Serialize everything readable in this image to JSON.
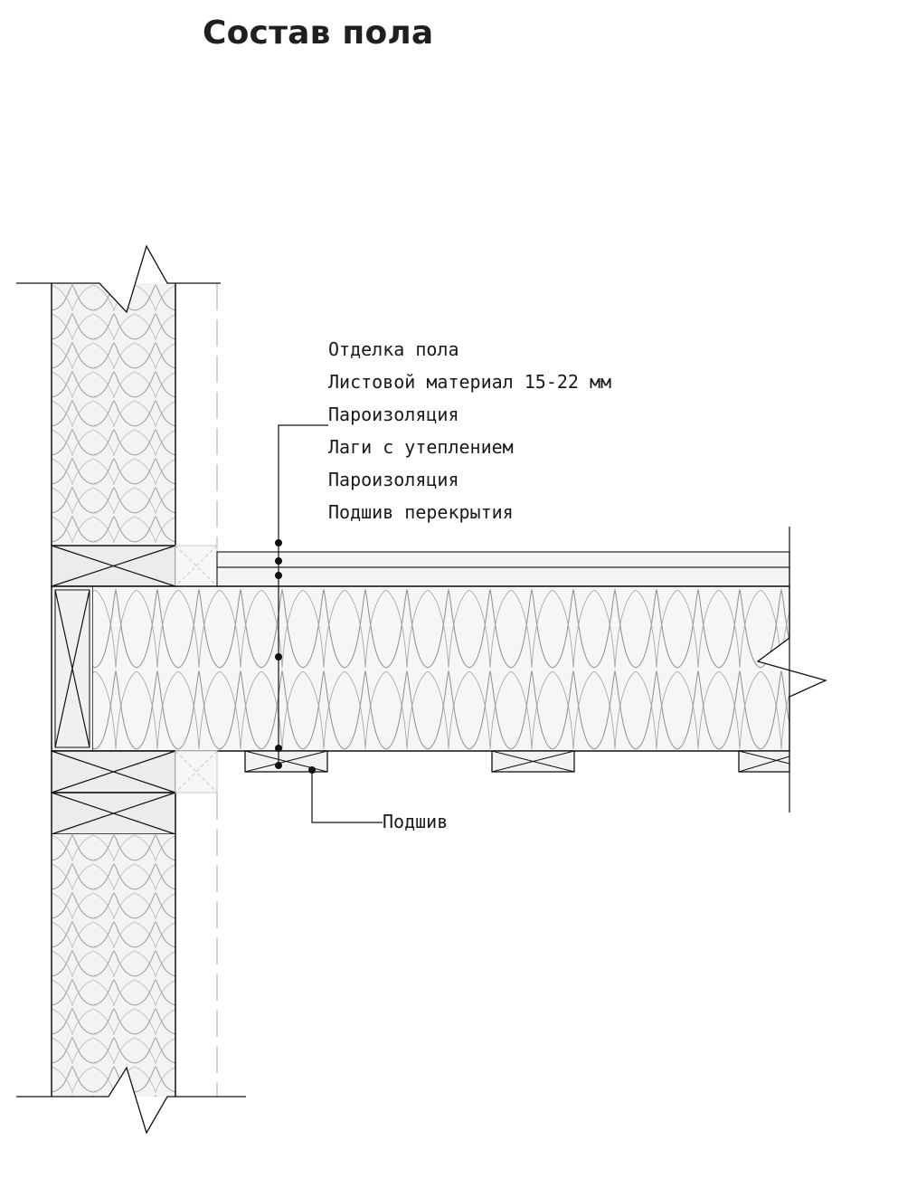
{
  "title": "Состав пола",
  "layers": [
    "Отделка пола",
    "Листовой материал 15-22 мм",
    "Пароизоляция",
    "Лаги с утеплением",
    "Пароизоляция",
    "Подшив перекрытия"
  ],
  "callout": "Подшив"
}
